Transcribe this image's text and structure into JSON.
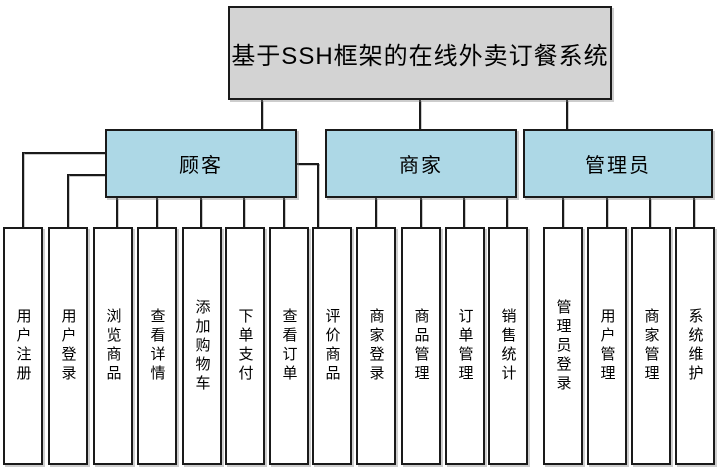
{
  "root": {
    "title": "基于SSH框架的在线外卖订餐系统"
  },
  "groups": [
    {
      "label": "顾客",
      "children": [
        "用户注册",
        "用户登录",
        "浏览商品",
        "查看详情",
        "添加购物车",
        "下单支付",
        "查看订单",
        "评价商品"
      ]
    },
    {
      "label": "商家",
      "children": [
        "商家登录",
        "商品管理",
        "订单管理",
        "销售统计"
      ]
    },
    {
      "label": "管理员",
      "children": [
        "管理员登录",
        "用户管理",
        "商家管理",
        "系统维护"
      ]
    }
  ],
  "colors": {
    "root_fill": "#d3d3d3",
    "branch_fill": "#add8e6",
    "leaf_fill": "#ffffff",
    "border": "#1a1a1a",
    "background": "#ffffff"
  }
}
